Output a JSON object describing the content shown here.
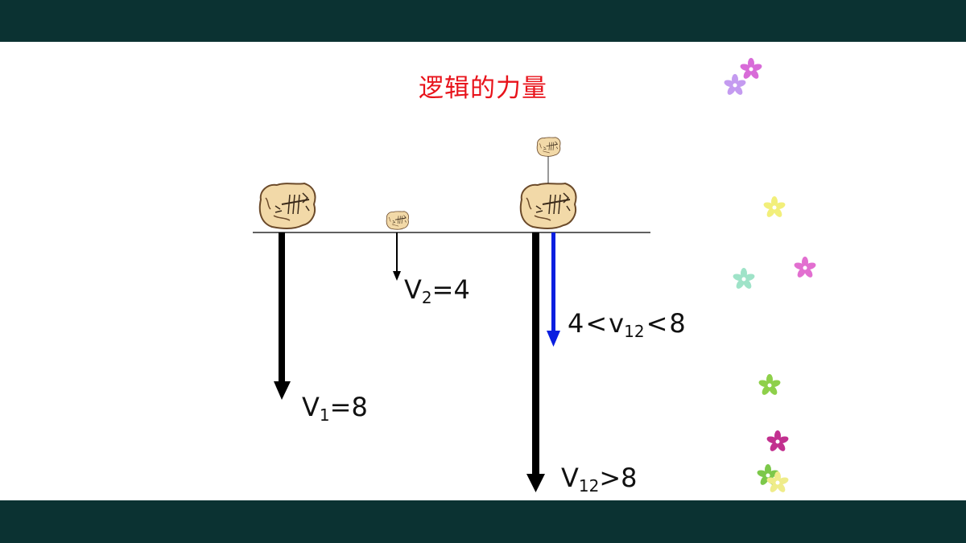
{
  "slide": {
    "title": "逻辑的力量"
  },
  "labels": {
    "v1": {
      "base": "V",
      "sub": "1",
      "op": "=",
      "value": "8"
    },
    "v2": {
      "base": "V",
      "sub": "2",
      "op": "=",
      "value": "4"
    },
    "v12_range": {
      "pre": "4",
      "op1": "<",
      "base": "v",
      "sub": "12",
      "op2": "<",
      "value": "8"
    },
    "v12": {
      "base": "V",
      "sub": "12",
      "op": ">",
      "value": "8"
    }
  },
  "colors": {
    "band": "#0b3232",
    "title": "#e8131b",
    "arrow": "#000000",
    "arrow_blue": "#0a1fe0",
    "stone_fill": "#f2d9a8",
    "stone_stroke": "#6b4a2a"
  },
  "icons": [
    "large-stone-icon",
    "small-stone-icon",
    "flower-icon"
  ]
}
